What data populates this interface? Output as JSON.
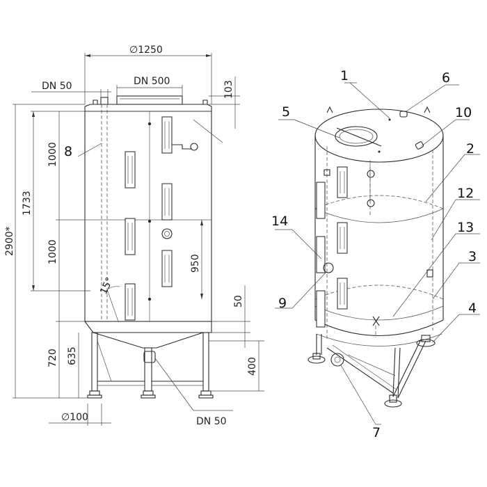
{
  "dimensions": {
    "width_1250": "∅1250",
    "dn50_top": "DN 50",
    "dn500": "DN 500",
    "h103": "103",
    "total_2900": "2900*",
    "h1733": "1733",
    "h1000_a": "1000",
    "h1000_b": "1000",
    "h950": "950",
    "angle_15": "15°",
    "h50": "50",
    "h720": "720",
    "h635": "635",
    "h400": "400",
    "d100": "∅100",
    "dn50_bottom": "DN 50"
  },
  "callouts": {
    "c1": "1",
    "c2": "2",
    "c3": "3",
    "c4": "4",
    "c5": "5",
    "c6": "6",
    "c7": "7",
    "c8": "8",
    "c9": "9",
    "c10": "10",
    "c12": "12",
    "c13": "13",
    "c14": "14"
  }
}
